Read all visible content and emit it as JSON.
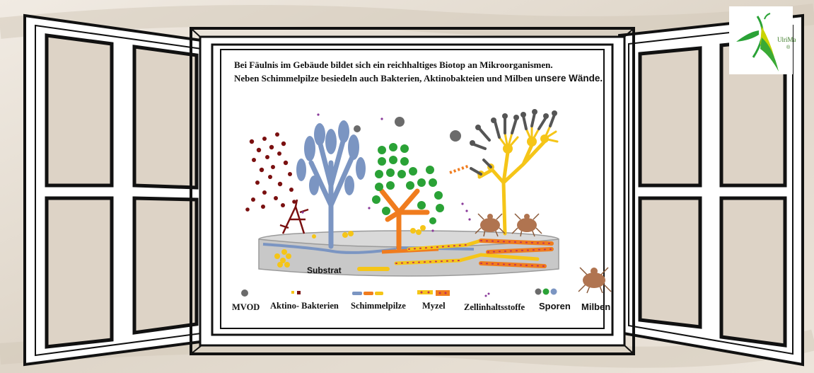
{
  "headline": {
    "line1": "Bei Fäulnis im Gebäude bildet sich ein reichhaltiges Biotop an Mikroorganismen.",
    "line2a": "Neben Schimmelpilze besiedeln auch Bakterien, Aktinobakteien und Milben",
    "line2b": "unsere Wände."
  },
  "substrate_label": "Substrat",
  "legend": {
    "mvod": "MVOD",
    "aktino": "Aktino- Bakterien",
    "schimmel": "Schimmelpilze",
    "myzel": "Myzel",
    "zell": "Zellinhaltsstoffe",
    "sporen": "Sporen",
    "milben": "Milben"
  },
  "logo": {
    "text": "UlriMa",
    "reg": "®"
  },
  "colors": {
    "bacteria": "#7a1010",
    "blue_mold": "#7b95c2",
    "green_mold": "#2aa236",
    "orange_mold": "#f07c1e",
    "yellow_mold": "#f5c518",
    "spores_grey": "#6b6b6b",
    "mite": "#b07450",
    "substrate": "#c8c8c8"
  }
}
